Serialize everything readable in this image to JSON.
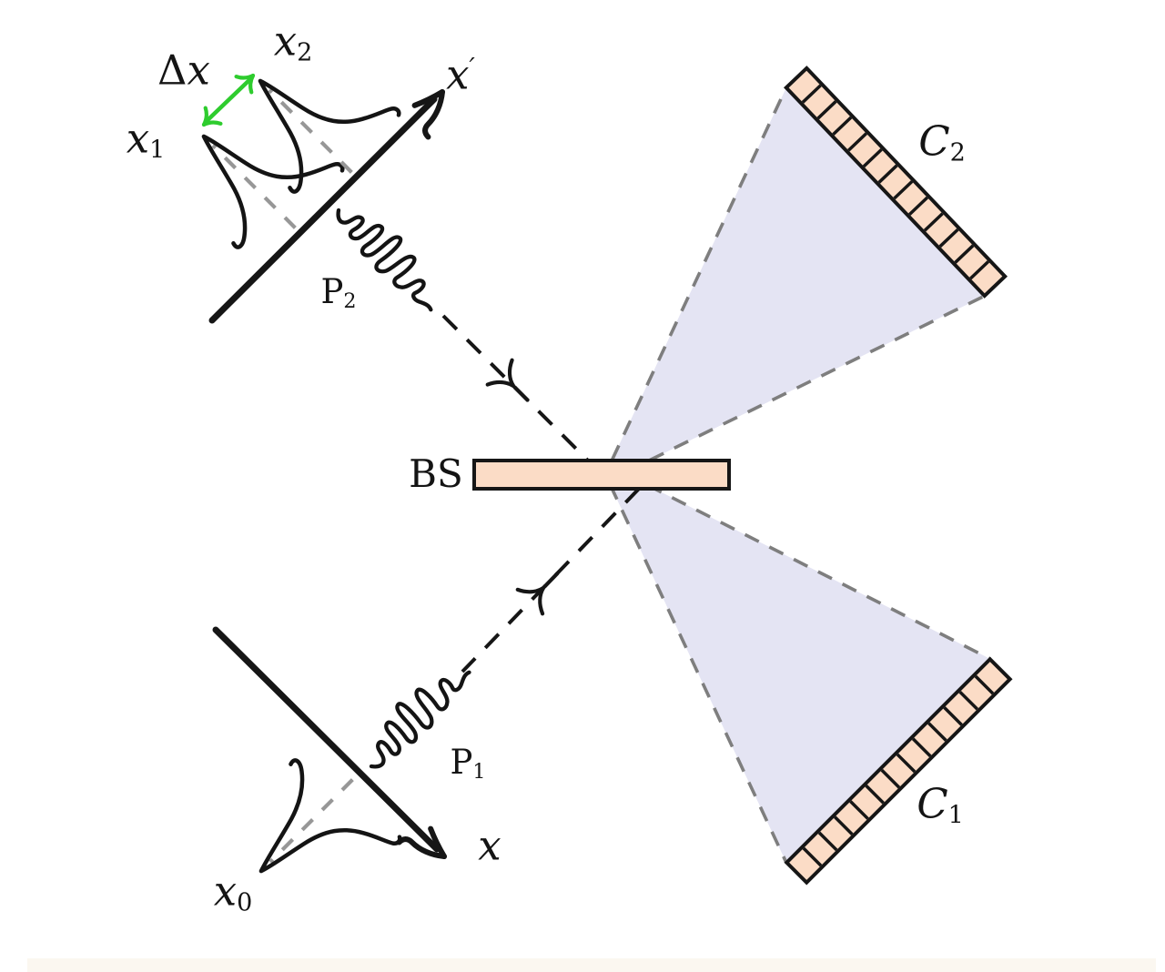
{
  "colors": {
    "background": "#ffffff",
    "component_fill": "#fbdcc6",
    "cone_fill": "#e4e4f3",
    "green": "#2ecc2e",
    "ink": "#161616",
    "cone_dash_gray": "#7e7e7e",
    "projection_dash_gray": "#979797",
    "bottom_strip": "#f7efe2"
  },
  "labels": {
    "x2": {
      "base": "x",
      "sub": "2"
    },
    "dx": {
      "delta": "Δ",
      "x": "x"
    },
    "x1": {
      "base": "x",
      "sub": "1"
    },
    "x_prime": {
      "base": "x",
      "prime": "′"
    },
    "p2": {
      "base": "P",
      "sub": "2"
    },
    "bs": {
      "text": "BS"
    },
    "c2": {
      "base": "C",
      "sub": "2"
    },
    "c1": {
      "base": "C",
      "sub": "1"
    },
    "p1": {
      "base": "P",
      "sub": "1"
    },
    "x_axis": {
      "base": "x"
    },
    "x0": {
      "base": "x",
      "sub": "0"
    }
  },
  "detectors": {
    "c2_cells": 13,
    "c1_cells": 13
  }
}
